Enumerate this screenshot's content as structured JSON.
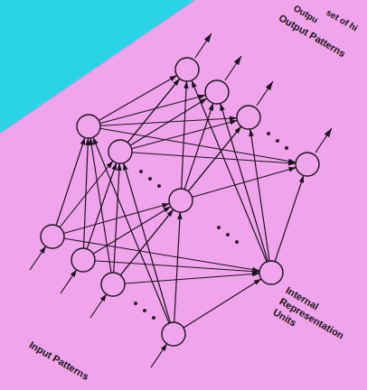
{
  "diagram": {
    "labels": [
      "Outpu",
      "set of hi",
      "Output Patterns",
      "Internal Representation Units",
      "Input Patterns"
    ]
  }
}
